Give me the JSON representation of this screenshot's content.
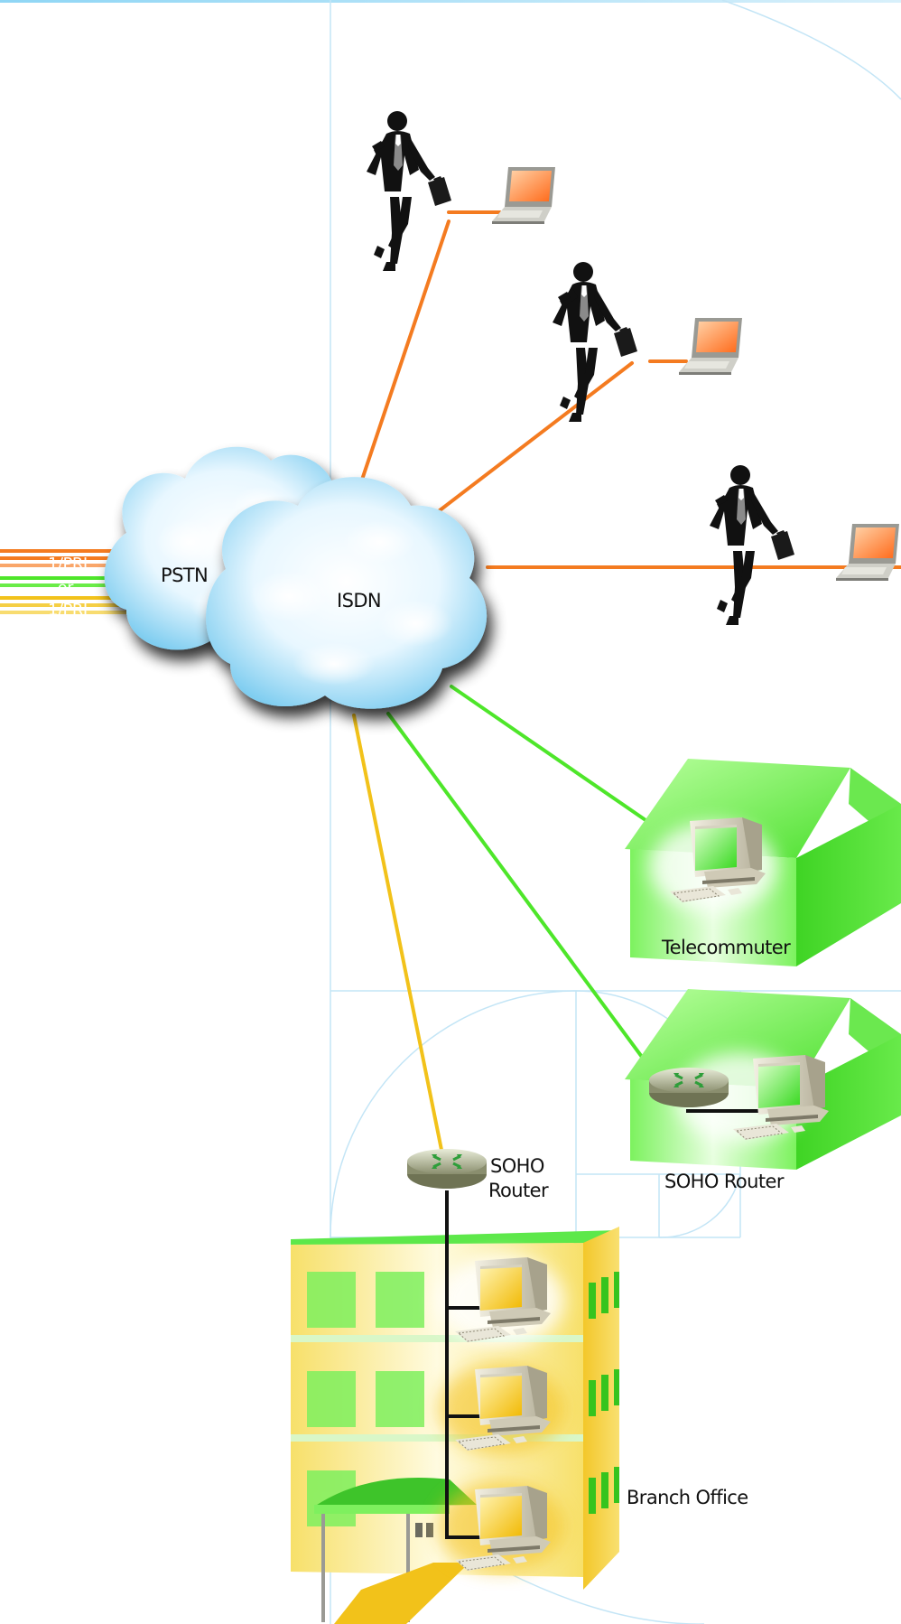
{
  "labels": {
    "trunk_top": "1/PRI",
    "trunk_or": "or",
    "trunk_bottom": "1/PRI",
    "pstn": "PSTN",
    "isdn": "ISDN",
    "telecommuter": "Telecommuter",
    "soho_router_home": "SOHO Router",
    "soho_router_branch_line1": "SOHO",
    "soho_router_branch_line2": "Router",
    "branch_office": "Branch Office"
  },
  "colors": {
    "orange_link": "#f47b20",
    "green_link": "#4ee62a",
    "yellow_link": "#f2c21a",
    "grid_line": "#bfe3f5",
    "house_green": "#5de84a",
    "building_yellow": "#f5d94a",
    "cloud_blue": "#8fd6f5"
  },
  "icons": {
    "mobile_user": "businessman-running-icon",
    "laptop": "laptop-icon",
    "house": "house-icon",
    "router": "router-icon",
    "workstation": "desktop-computer-icon",
    "building": "office-building-icon",
    "cloud": "network-cloud-icon"
  }
}
